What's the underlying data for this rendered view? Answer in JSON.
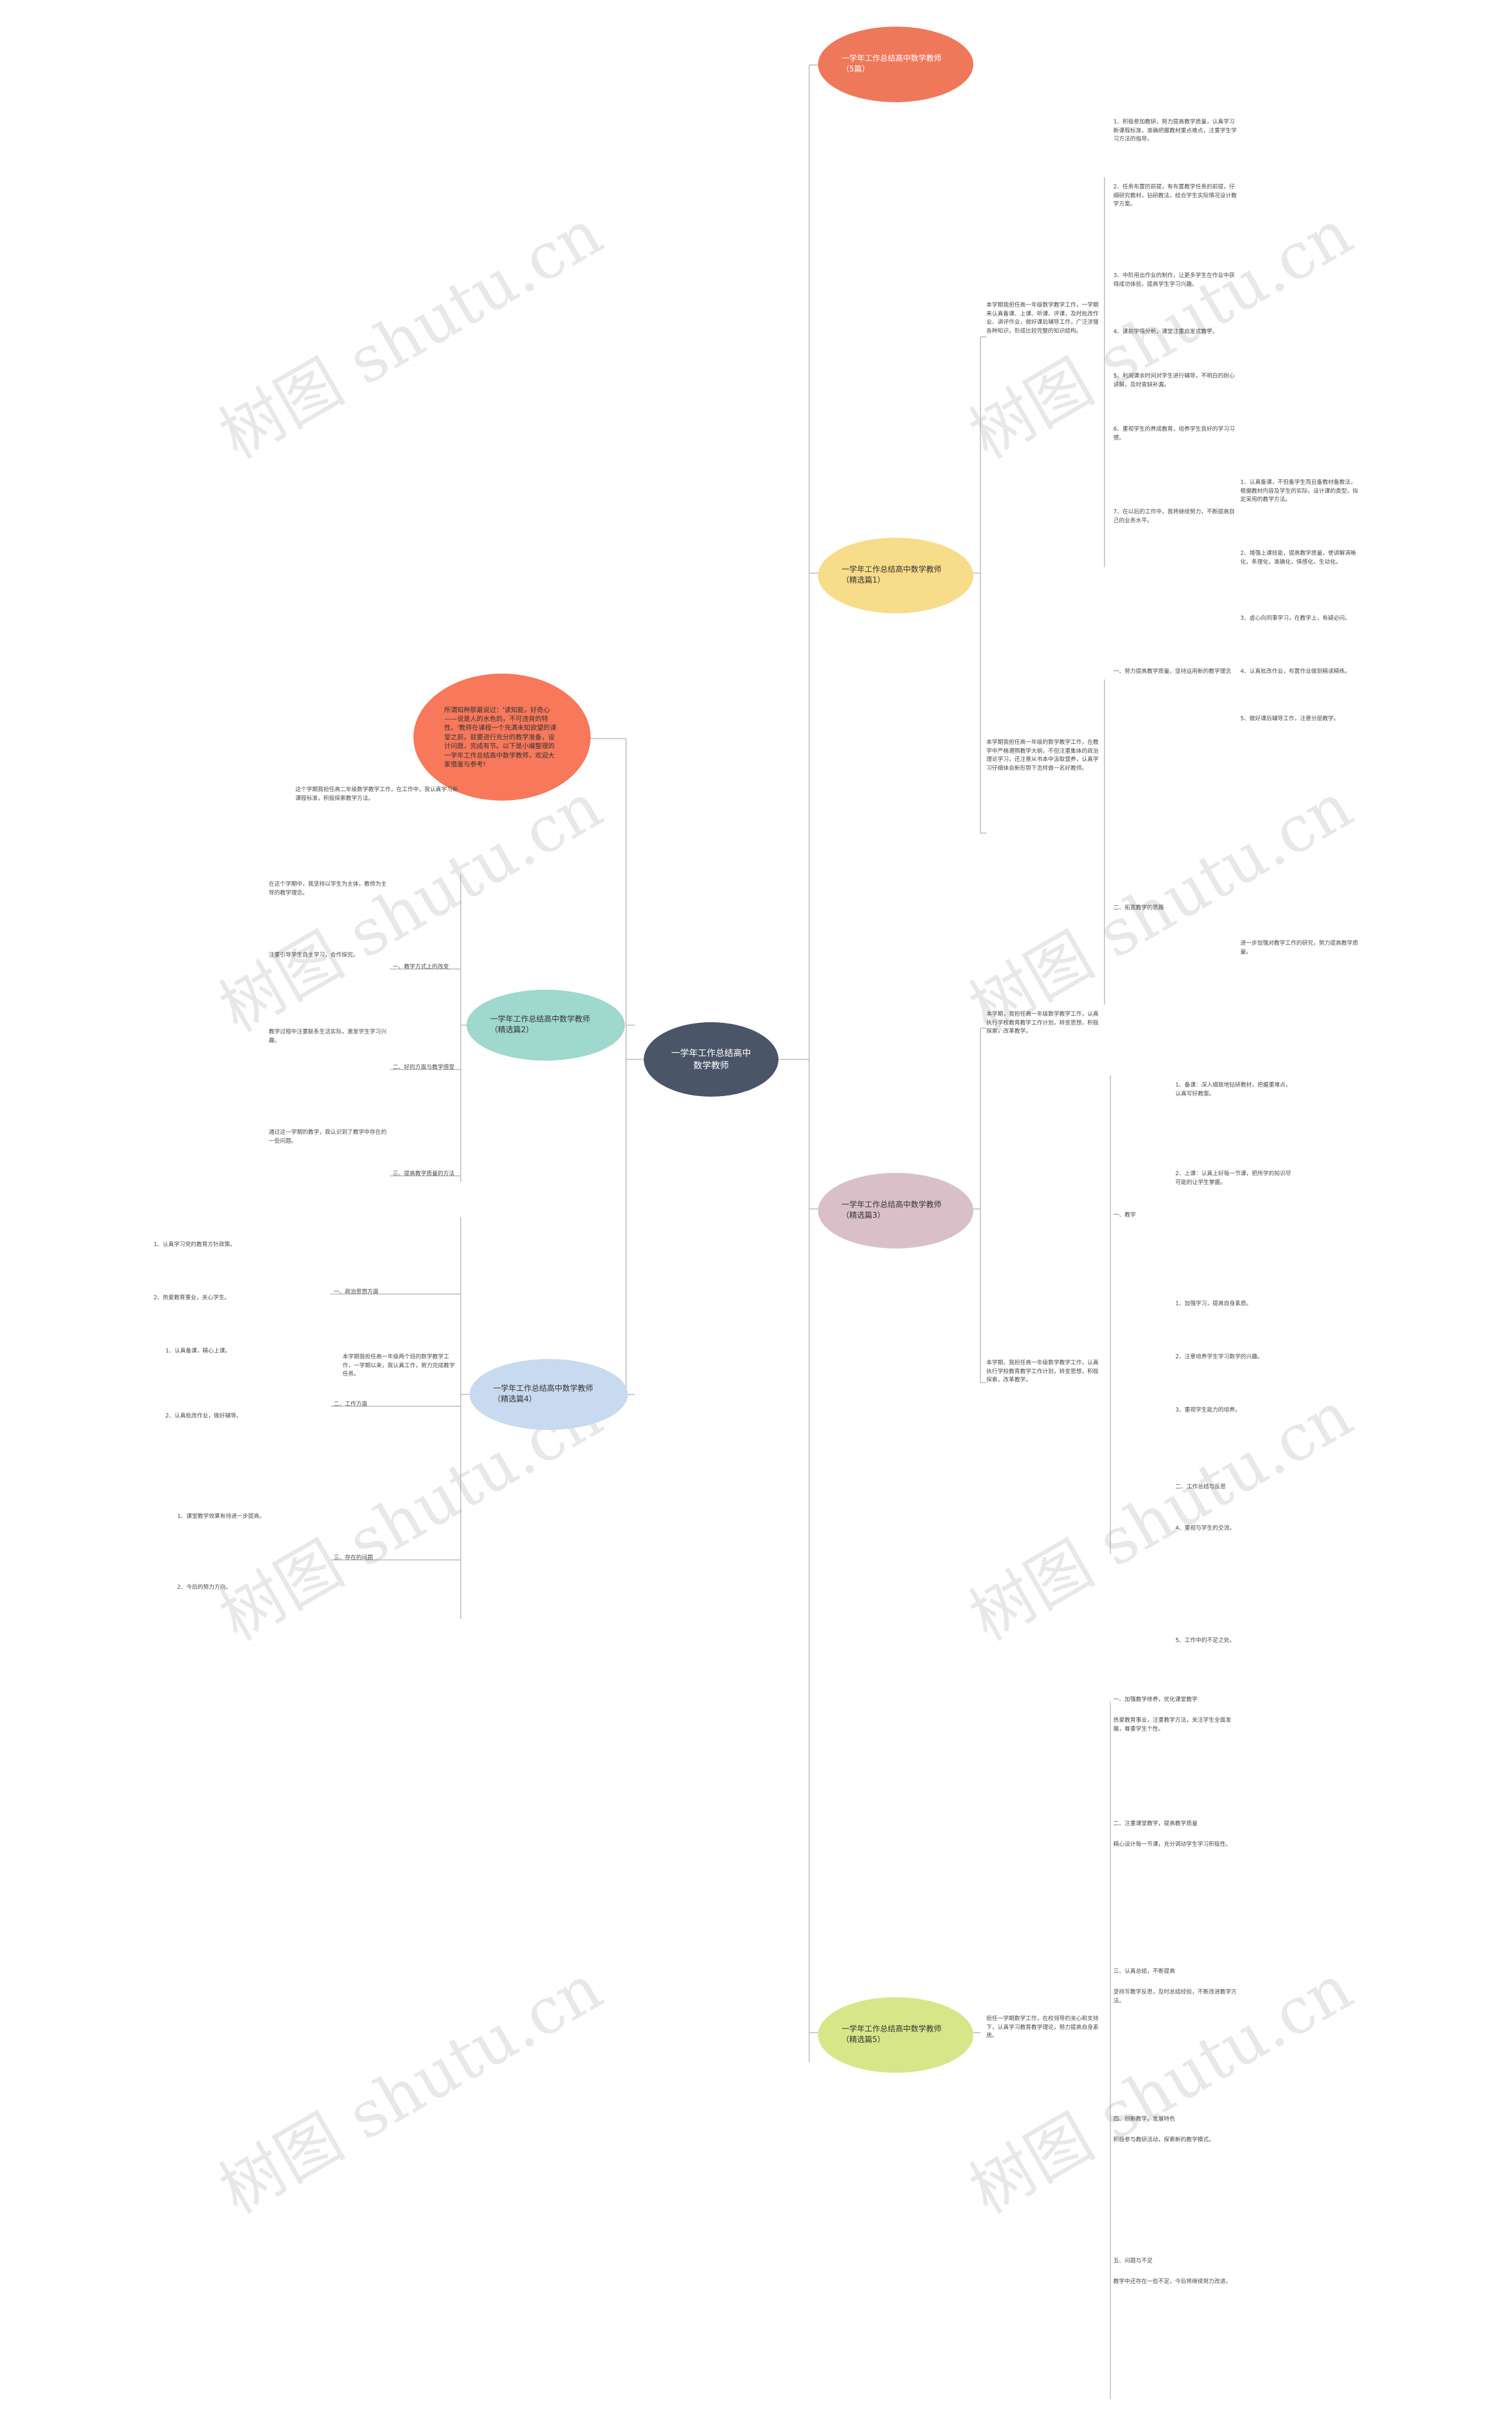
{
  "colors": {
    "root": "#4a5568",
    "b1": "#f0785a",
    "b2": "#f7dc8a",
    "b3": "#d9c0c8",
    "b4": "#f7785a",
    "b5": "#9fd8cc",
    "b6": "#c8daef",
    "b7": "#d8e68a",
    "line": "#b8b8b8"
  },
  "center": {
    "title": "一学年工作总结高中数学教师"
  },
  "intro": {
    "text": "所谓知种那最说过：'读知能，好奇心——说是人的水色的，不可违背的特性。'教师在课程一个充满未知欲望的课堂之前，就要进行充分的教学准备，设计问题，完成有节。以下是小编整理的一学年工作总结高中数学教师，欢迎大家借鉴与参考!"
  },
  "right_branches": [
    {
      "label": "一学年工作总结高中数学教师（5篇）"
    },
    {
      "label": "一学年工作总结高中数学教师（精选篇1）"
    },
    {
      "label": "一学年工作总结高中数学教师（精选篇3）"
    },
    {
      "label": "一学年工作总结高中数学教师（精选篇5）"
    }
  ],
  "left_branches": [
    {
      "label": "一学年工作总结高中数学教师（精选篇2）"
    },
    {
      "label": "一学年工作总结高中数学教师（精选篇4）"
    }
  ],
  "text_blocks": {
    "r1_intro": "本学期我担任高一年级数学教学工作，一学期来认真备课、上课、听课、评课，及时批改作业、讲评作业，做好课后辅导工作，广泛涉猎各种知识，形成比较完整的知识结构。",
    "r1_1": "1、积极参加教研，努力提高教学质量，认真学习新课程标准，准确把握教材重点难点，注重学生学习方法的指导。",
    "r1_2": "2、任务布置的前提，有布置教学任务的前提，仔细研究教材，钻研教法，结合学生实际情况设计教学方案。",
    "r1_3": "3、中阶用出作业的制作，让更多学生在作业中获得成功体验，提高学生学习兴趣。",
    "r1_4": "4、课前学情分析，课堂注重启发式教学。",
    "r1_5": "5、利用课余时间对学生进行辅导，不明白的耐心讲解，及时查缺补漏。",
    "r1_6": "6、重视学生的养成教育，培养学生良好的学习习惯。",
    "r1_7": "7、在以后的工作中，我将继续努力，不断提高自己的业务水平。",
    "r2_intro": "本学期我担任高一年级的数学教学工作，在教学中严格遵照教学大纲，不但注重集体的政治理论学习，还注意从书本中汲取营养，认真学习仔细体会新形势下怎样做一名好教师。",
    "r2_s1": "一、努力提高教学质量，坚持运用新的教学理念",
    "r2_s1_a": "1、认真备课，不但备学生而且备教材备教法，根据教材内容及学生的实际，设计课的类型，拟定采用的教学方法。",
    "r2_s1_b": "2、增强上课技能，提高教学质量，使讲解清晰化，条理化，准确化，情感化，生动化。",
    "r2_s1_c": "3、虚心向同事学习，在教学上，有疑必问。",
    "r2_s1_d": "4、认真批改作业，布置作业做到精读精练。",
    "r2_s1_e": "5、做好课后辅导工作，注意分层教学。",
    "r2_s2": "二、拓宽教学的思路",
    "r2_s2_a": "进一步加强对教学工作的研究，努力提高教学质量。",
    "r3_intro": "本学期，我担任高一年级数学教学工作，认真执行学校教育教学工作计划，转变思想，积极探索，改革教学。",
    "r3_h1": "一、教学",
    "r3_h1_a": "1、备课：深入细致地钻研教材，把握重难点，认真写好教案。",
    "r3_h1_b": "2、上课：认真上好每一节课，把所学的知识尽可能的让学生掌握。",
    "r3_h2": "二、工作总结与反思",
    "r3_h2_a": "1、加强学习，提高自身素质。",
    "r3_h2_b": "2、注意培养学生学习数学的兴趣。",
    "r3_h2_c": "3、重视学生能力的培养。",
    "r3_h2_d": "4、重视与学生的交流。",
    "r3_h2_e": "5、工作中的不足之处。",
    "r5_intro": "担任一学期数学工作，在校领导的关心和支持下，认真学习教育教学理论，努力提高自身素质。",
    "r5_s1": "一、加强教学修养，优化课堂教学",
    "r5_s1_t": "热爱教育事业，注重教学方法，关注学生全面发展，尊重学生个性。",
    "r5_s2": "二、注重课堂教学，提高教学质量",
    "r5_s2_t": "精心设计每一节课，充分调动学生学习积极性。",
    "r5_s3": "三、认真总结，不断提高",
    "r5_s3_t": "坚持写教学反思，及时总结经验，不断改进教学方法。",
    "r5_s4": "四、创新教学，发展特色",
    "r5_s4_t": "积极参与教研活动，探索新的教学模式。",
    "r5_s5": "五、问题与不足",
    "r5_s5_t": "教学中还存在一些不足，今后将继续努力改进。",
    "l2_intro": "这个学期我担任高二年级数学教学工作，在工作中，我认真学习新课程标准，积极探索教学方法。",
    "l2_h1": "一、教学方式上的改变",
    "l2_h1_a": "在这个学期中，我坚持以学生为主体，教师为主导的教学理念。",
    "l2_h1_b": "注重引导学生自主学习，合作探究。",
    "l2_h2": "二、好的方面与教学感受",
    "l2_h2_a": "教学过程中注重联系生活实际，激发学生学习兴趣。",
    "l2_h3": "三、提高教学质量的方法",
    "l2_h3_a": "通过这一学期的教学，我认识到了教学中存在的一些问题。",
    "l4_intro": "本学期我担任高一年级两个班的数学教学工作，一学期以来，我认真工作，努力完成教学任务。",
    "l4_h1": "一、政治思想方面",
    "l4_h1_a": "1、认真学习党的教育方针政策。",
    "l4_h1_b": "2、热爱教育事业，关心学生。",
    "l4_h2": "二、工作方面",
    "l4_h2_a": "1、认真备课，精心上课。",
    "l4_h2_b": "2、认真批改作业，做好辅导。",
    "l4_h3": "三、存在的问题",
    "l4_h3_a": "1、课堂教学效果有待进一步提高。",
    "l4_h3_b": "2、今后的努力方向。"
  },
  "watermark": {
    "text": "树图 shutu.cn"
  }
}
